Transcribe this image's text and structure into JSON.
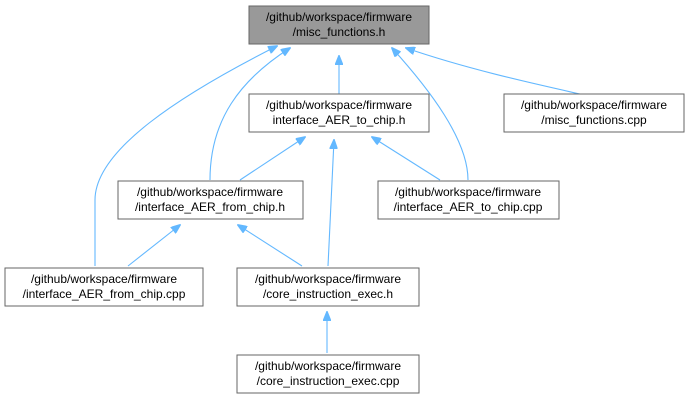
{
  "diagram": {
    "colors": {
      "edge": "#63b8ff",
      "root_fill": "#999999",
      "node_border": "#666666",
      "node_fill": "#ffffff"
    },
    "nodes": {
      "misc_h": {
        "line1": "/github/workspace/firmware",
        "line2": "/misc_functions.h"
      },
      "to_chip_h": {
        "line1": "/github/workspace/firmware",
        "line2": "interface_AER_to_chip.h"
      },
      "misc_cpp": {
        "line1": "/github/workspace/firmware",
        "line2": "/misc_functions.cpp"
      },
      "from_chip_h": {
        "line1": "/github/workspace/firmware",
        "line2": "/interface_AER_from_chip.h"
      },
      "to_chip_cpp": {
        "line1": "/github/workspace/firmware",
        "line2": "/interface_AER_to_chip.cpp"
      },
      "from_chip_cpp": {
        "line1": "/github/workspace/firmware",
        "line2": "/interface_AER_from_chip.cpp"
      },
      "core_h": {
        "line1": "/github/workspace/firmware",
        "line2": "/core_instruction_exec.h"
      },
      "core_cpp": {
        "line1": "/github/workspace/firmware",
        "line2": "/core_instruction_exec.cpp"
      }
    }
  }
}
